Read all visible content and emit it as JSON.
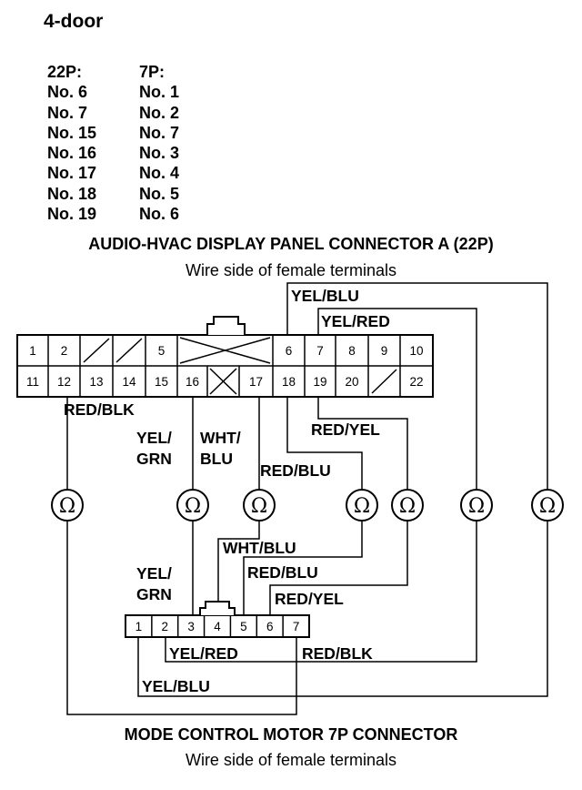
{
  "heading": "4-door",
  "pin_table": {
    "col22": {
      "header": "22P:",
      "items": [
        "No. 6",
        "No. 7",
        "No. 15",
        "No. 16",
        "No. 17",
        "No. 18",
        "No. 19"
      ]
    },
    "col7": {
      "header": "7P:",
      "items": [
        "No. 1",
        "No. 2",
        "No. 7",
        "No. 3",
        "No. 4",
        "No. 5",
        "No. 6"
      ]
    }
  },
  "connector_a": {
    "title": "AUDIO-HVAC DISPLAY PANEL CONNECTOR A (22P)",
    "subtitle": "Wire side of female terminals",
    "top_row": [
      "1",
      "2",
      "",
      "",
      "5",
      "",
      "6",
      "7",
      "8",
      "9",
      "10"
    ],
    "bottom_row": [
      "11",
      "12",
      "13",
      "14",
      "15",
      "16",
      "",
      "17",
      "18",
      "19",
      "20",
      "",
      "22"
    ]
  },
  "connector_b": {
    "title": "MODE CONTROL MOTOR 7P CONNECTOR",
    "subtitle": "Wire side of female terminals",
    "pins": [
      "1",
      "2",
      "3",
      "4",
      "5",
      "6",
      "7"
    ]
  },
  "wires": {
    "yel_blu": "YEL/BLU",
    "yel_red": "YEL/RED",
    "red_blk": "RED/BLK",
    "red_yel": "RED/YEL",
    "yel_grn_1": "YEL/",
    "yel_grn_2": "GRN",
    "wht_blu_1": "WHT/",
    "wht_blu_2": "BLU",
    "red_blu": "RED/BLU",
    "wht_blu": "WHT/BLU",
    "red_blu_b": "RED/BLU",
    "red_yel_b": "RED/YEL",
    "yel_grn_b1": "YEL/",
    "yel_grn_b2": "GRN",
    "yel_red_b": "YEL/RED",
    "red_blk_b": "RED/BLK",
    "yel_blu_b": "YEL/BLU"
  },
  "ohm_symbol": "Ω"
}
